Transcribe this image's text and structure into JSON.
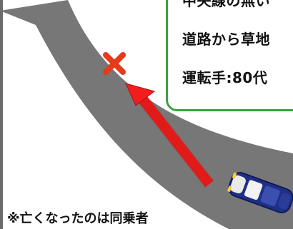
{
  "callout": {
    "line1": "中央線の無い",
    "line2": "道路から草地",
    "line3": "運転手:80代"
  },
  "footnote": "※亡くなったのは同乗者",
  "colors": {
    "road": "#777777",
    "arrow": "#f21e1e",
    "cross_mark": "#e63a1a",
    "callout_border": "#3aa241",
    "car_body": "#1e2f86"
  }
}
